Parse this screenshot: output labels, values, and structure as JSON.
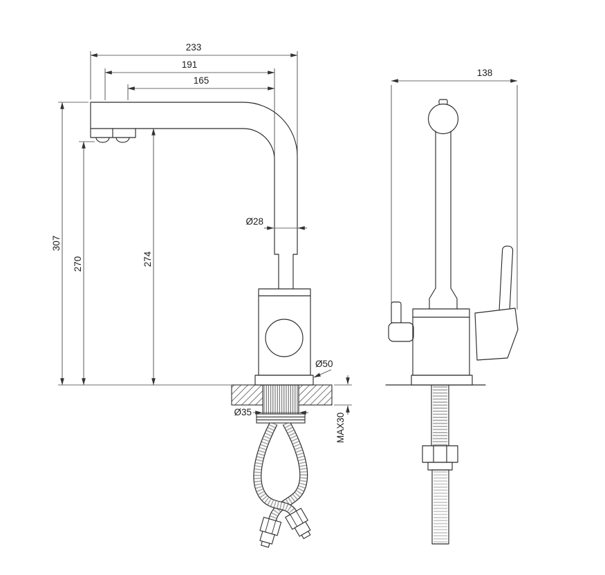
{
  "meta": {
    "ink_color": "#2b2b2b",
    "background_color": "#ffffff",
    "drawing_type": "faucet-dimension-drawing"
  },
  "dims": {
    "overall_width": "233",
    "spout_reach_mid": "191",
    "spout_reach_inner": "165",
    "overall_height": "307",
    "outlet_height": "270",
    "underside_height": "274",
    "spout_tube_diameter": "Ø28",
    "base_diameter": "Ø50",
    "shank_diameter": "Ø35",
    "max_counter_thickness": "MAX30",
    "side_depth": "138"
  }
}
